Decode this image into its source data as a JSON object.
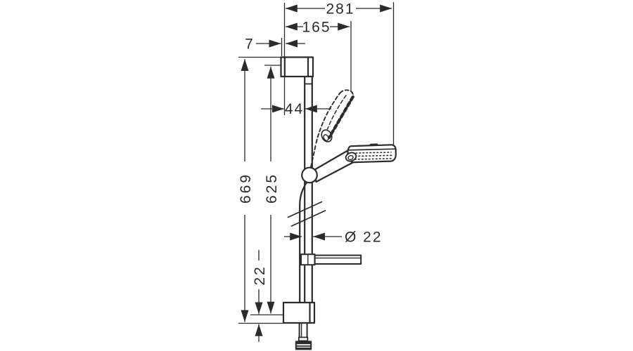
{
  "page": {
    "background_color": "#ffffff",
    "line_color": "#2b2b2b"
  },
  "drawing": {
    "type": "technical-dimension-drawing",
    "subject": "shower rail set with hand shower, soap dish and hose (side elevation)",
    "dimensions": {
      "overall_depth": "281",
      "head_depth": "165",
      "wall_gap": "7",
      "bar_offset": "44",
      "overall_height": "669",
      "bar_length": "625",
      "bottom_gap": "22",
      "bar_diameter": "Ø 22"
    }
  }
}
